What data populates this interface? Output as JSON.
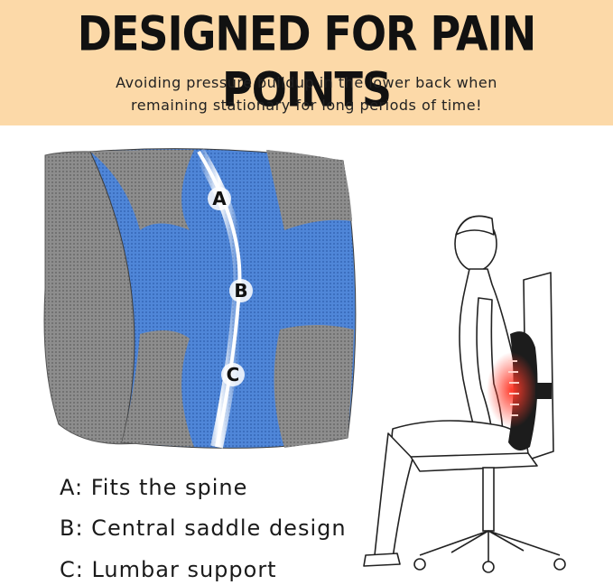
{
  "header": {
    "title": "DESIGNED FOR PAIN POINTS",
    "subtitle_line1": "Avoiding pressure buildup in the lower back when",
    "subtitle_line2": "remaining stationary for long periods of time!"
  },
  "cushion": {
    "points": [
      {
        "letter": "A"
      },
      {
        "letter": "B"
      },
      {
        "letter": "C"
      }
    ]
  },
  "features": [
    {
      "text": "A: Fits the spine"
    },
    {
      "text": "B: Central saddle design"
    },
    {
      "text": "C: Lumbar support"
    }
  ],
  "colors": {
    "header_bg": "#fcd9a8",
    "mesh_blue": "#4f86d8",
    "mesh_gray": "#8c8c8c",
    "pain_red": "#e52020"
  }
}
